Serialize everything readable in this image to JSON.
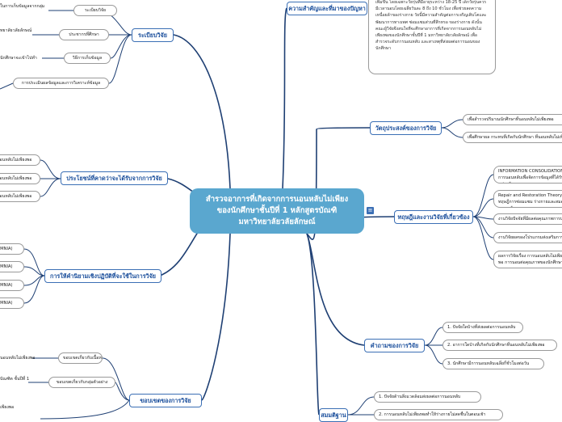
{
  "center": {
    "line1": "สำรวจอาการที่เกิดจากการนอนหลับไม่เพียง",
    "line2": "ของนักศึกษาชั้นปีที่ 1 หลักสูตรบัณฑิ",
    "line3": "มหาวิทยาลัยวลัยลักษณ์"
  },
  "branches": {
    "methodology": "ระเบียบวิจัย",
    "importance": "ความสำคัญและที่มาของปัญหา",
    "objectives": "วัตถุประสงค์ของการวิจัย",
    "benefits": "ประโยชน์ที่คาดว่าจะได้รับจากการวิจัย",
    "theory": "ทฤษฎีและงานวิจัยที่เกี่ยวข้อง",
    "definitions": "การให้คำนิยามเชิงปฏิบัติที่จะใช้ในการวิจัย",
    "questions": "คำถามของการวิจัย",
    "scope": "ขอบเขตของการวิจัย",
    "hypothesis": "สมมติฐาน"
  },
  "methodology_items": [
    "ระเบียบวิจัย",
    "ประชากรที่ศึกษา",
    "วิธีการเก็บข้อมูล",
    "การประเมินผลข้อมูลและการวิเคราะห์ข้อมูล"
  ],
  "methodology_texts": [
    "ในการเก็บข้อมูลจากกลุ่ม",
    "ทยาลัยวลัยลักษณ์",
    "นักศึกษาจะเข้าไปทำ"
  ],
  "importance_text": "เพิ่มขึ้น โดยเฉพาะวัยรุ่นที่มีอายุระหว่าง 18-25 ปี เด็กวัยรุ่นควรมีเวลานอนโดยเฉลี่ยวันละ 8 ถึง 10 ชั่วโมง เพื่อช่วยลดความเหนื่อยล้าของร่างกาย วัยนี้มีความสำคัญต่อการเจริญเติบโตและพัฒนาการทางเพศ ซ่อมแซมส่วนที่สึกหรอ ของร่างกาย ดังนั้น คณะผู้วิจัยจึงสนใจที่จะศึกษาอาการที่เกิดจากการนอนหลับไม่เพียงพอของนักศึกษาชั้นปีที่ 1 มหาวิทยาลัยวลัยลักษณ์ เพื่อสำรวจระดับการนอนหลับ และสาเหตุที่ส่งผลต่อการนอนของนักศึกษา",
  "objective_items": [
    "เพื่อสำรวจปริมาณนักศึกษาที่นอนหลับไม่เพียงพอ",
    "เพื่อศึกษาผล กระทบที่เกิดกับนักศึกษา ที่นอนหลับไม่เพียงพอ"
  ],
  "benefit_items": [
    "นอนหลับไม่เพียงพอ",
    "นอนหลับไม่เพียงพอ",
    "นอนหลับไม่เพียงพอ"
  ],
  "theory_items": [
    "INFORMATION CONSOLIDATION การนอนหลับเพื่อจัดการข้อมูลที่ได้รับในแต่ละวัน",
    "Repair and Restoration Theory ทฤษฎีการซ่อมแซม ร่างกายและสมองขณะหลับ",
    "งานวิจัยปัจจัยที่มีผลต่อคุณภาพการนอนหลับ",
    "งานวิจัยผลของโปรแกรมส่งเสริมการนอน",
    "ผลการวิจัยเรื่อง การนอนหลับไม่เพียงพอ การนอนต่อคุณภาพของนักศึกษา"
  ],
  "definition_items": [
    "OMNIA)",
    "OMNIA)",
    "OMNIA)",
    "OMNIA)"
  ],
  "question_items": [
    "1. ปัจจัยใดบ้างที่ส่งผลต่อการนอนหลับ",
    "2. อาการใดบ้างที่เกิดกับนักศึกษาที่นอนหลับไม่เพียงพอ",
    "3. นักศึกษามีการนอนหลับเฉลี่ยกี่ชั่วโมงต่อวัน"
  ],
  "scope_items": [
    "ขอบเขตเกี่ยวกับเนื้อหา",
    "ขอบเขตเกี่ยวกับกลุ่มตัวอย่าง"
  ],
  "scope_texts": [
    "นอนหลับไม่เพียงพอ",
    "บัณฑิต ชั้นปีที่ 1",
    "เพียงพอ"
  ],
  "hypothesis_items": [
    "1. ปัจจัยด้านสิ่งแวดล้อมส่งผลต่อการนอนหลับ",
    "2. การนอนหลับไม่เพียงพอทำให้ร่างกายไม่สดชื่นในตอนเช้า"
  ],
  "colors": {
    "center": "#5aa7cf",
    "branch_border": "#3b6fb5",
    "wire": "#1e3f73"
  }
}
